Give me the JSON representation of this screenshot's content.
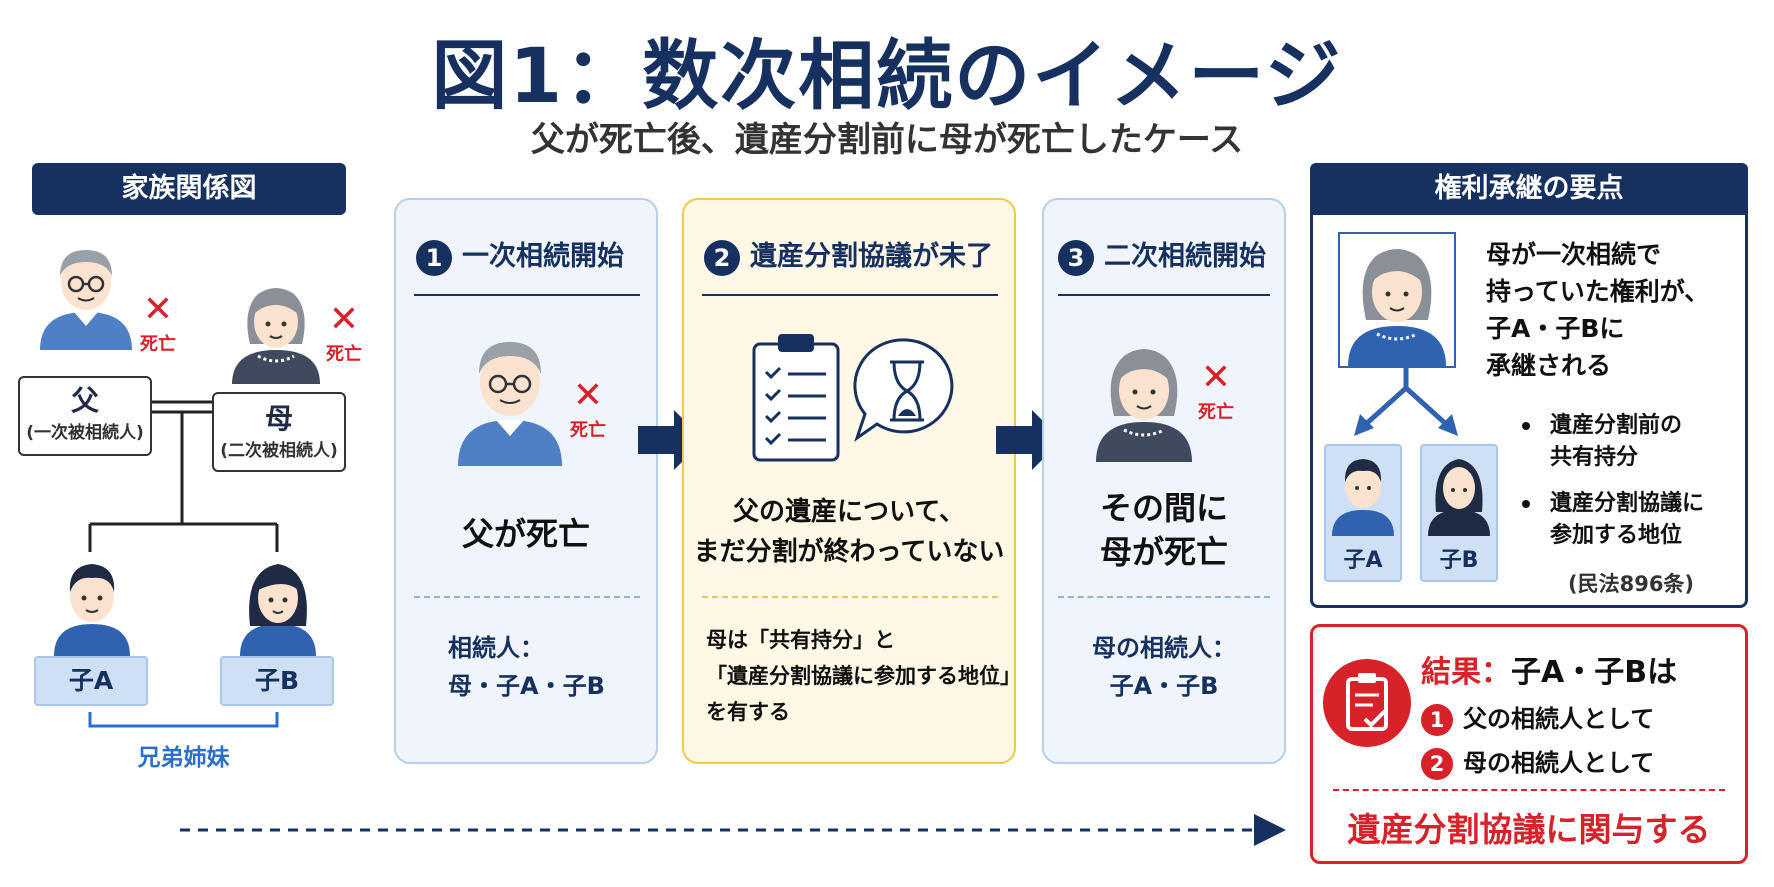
{
  "title": "図1：数次相続のイメージ",
  "subtitle": "父が死亡後、遺産分割前に母が死亡したケース",
  "family": {
    "header": "家族関係図",
    "father": {
      "name": "父",
      "role": "(一次被相続人)"
    },
    "mother": {
      "name": "母",
      "role": "(二次被相続人)"
    },
    "death_label": "死亡",
    "x_mark": "✕",
    "child_a": "子A",
    "child_b": "子B",
    "siblings_label": "兄弟姉妹"
  },
  "steps": [
    {
      "num": "1",
      "title": "一次相続開始",
      "main": "父が死亡",
      "death_label": "死亡",
      "sub_lines": [
        "相続人：",
        "母・子A・子B"
      ]
    },
    {
      "num": "2",
      "title": "遺産分割協議が未了",
      "main_lines": [
        "父の遺産について、",
        "まだ分割が終わっていない"
      ],
      "sub_lines": [
        "母は「共有持分」と",
        "「遺産分割協議に参加する地位」",
        "を有する"
      ]
    },
    {
      "num": "3",
      "title": "二次相続開始",
      "main_lines": [
        "その間に",
        "母が死亡"
      ],
      "death_label": "死亡",
      "sub_lines": [
        "母の相続人：",
        "子A・子B"
      ]
    }
  ],
  "rights": {
    "header": "権利承継の要点",
    "lines": [
      "母が一次相続で",
      "持っていた権利が、",
      "子A・子Bに",
      "承継される"
    ],
    "child_a": "子A",
    "child_b": "子B",
    "bullets": [
      [
        "遺産分割前の",
        "共有持分"
      ],
      [
        "遺産分割協議に",
        "参加する地位"
      ]
    ],
    "law_ref": "(民法896条)"
  },
  "result": {
    "label": "結果：",
    "subject": "子A・子Bは",
    "items": [
      {
        "num": "1",
        "text": "父の相続人として"
      },
      {
        "num": "2",
        "text": "母の相続人として"
      }
    ],
    "conclusion": "遺産分割協議に関与する"
  },
  "colors": {
    "navy": "#16305f",
    "red": "#d8222a",
    "light_blue": "#f0f5fc",
    "light_yellow": "#fff8e6"
  }
}
